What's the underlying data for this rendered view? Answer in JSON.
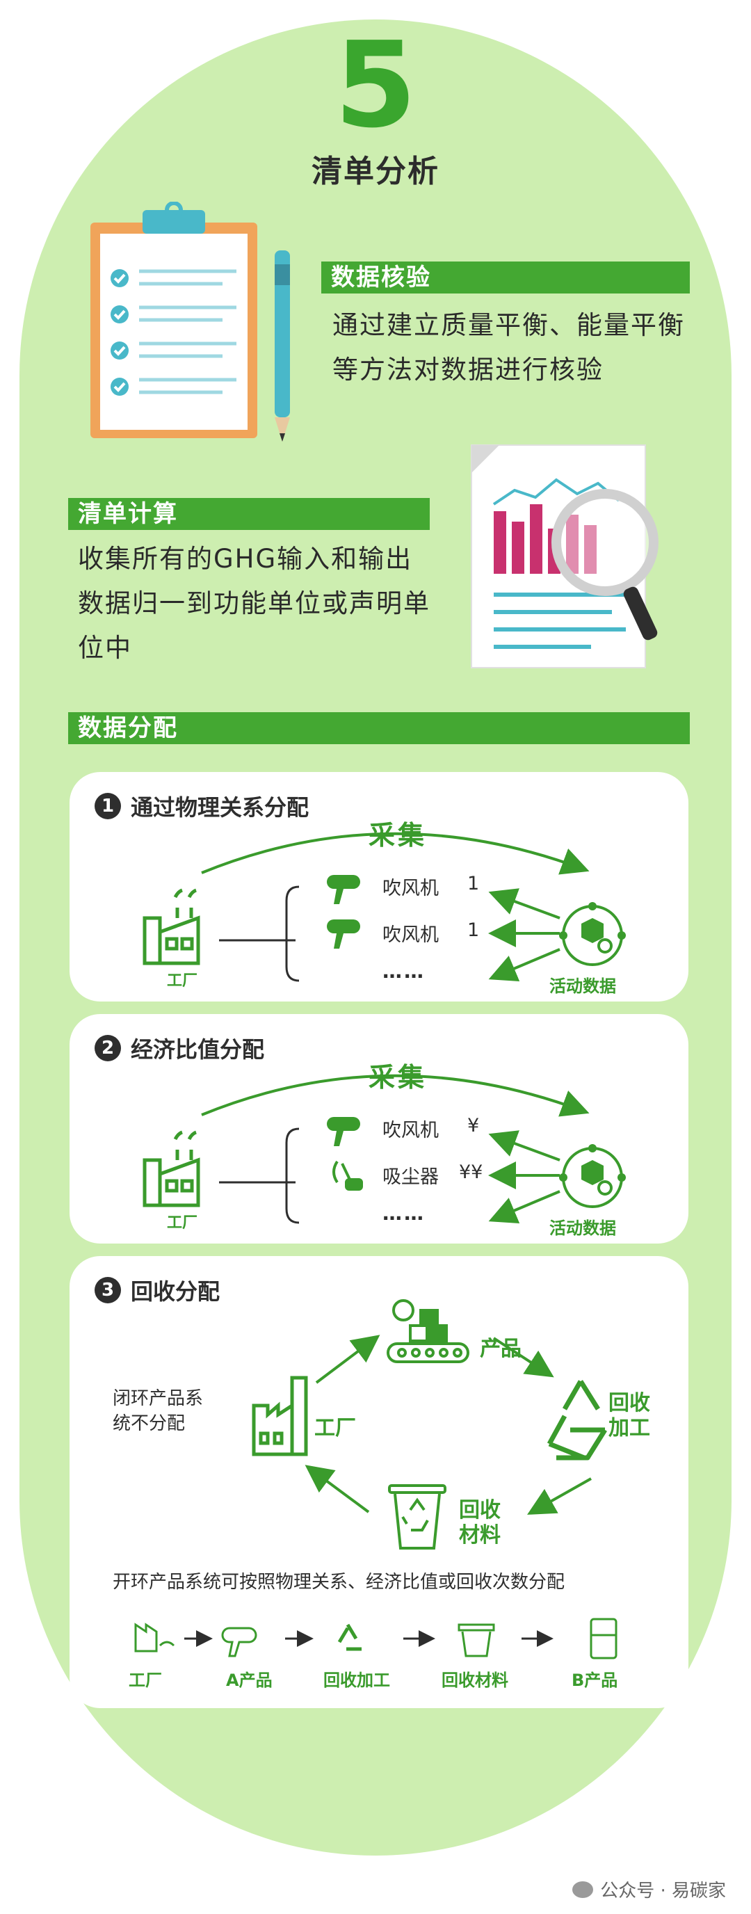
{
  "header": {
    "number": "5",
    "title": "清单分析"
  },
  "data_check": {
    "title": "数据核验",
    "line1": "通过建立质量平衡、能量平衡",
    "line2": "等方法对数据进行核验"
  },
  "inventory_calc": {
    "title": "清单计算",
    "line1": "收集所有的GHG输入和输出",
    "line2": "数据归一到功能单位或声明单",
    "line3": "位中"
  },
  "allocation": {
    "title": "数据分配",
    "card1": {
      "num": "1",
      "title": "通过物理关系分配",
      "collect": "采集",
      "factory": "工厂",
      "item1": "吹风机",
      "item1_unit": "1",
      "item2": "吹风机",
      "item2_unit": "1",
      "more": "……",
      "activity": "活动数据"
    },
    "card2": {
      "num": "2",
      "title": "经济比值分配",
      "collect": "采集",
      "factory": "工厂",
      "item1": "吹风机",
      "item1_unit": "¥",
      "item2": "吸尘器",
      "item2_unit": "¥¥",
      "more": "……",
      "activity": "活动数据"
    },
    "card3": {
      "num": "3",
      "title": "回收分配",
      "product": "产品",
      "recycle_a": "回收",
      "recycle_b": "加工",
      "material_a": "回收",
      "material_b": "材料",
      "factory": "工厂",
      "closed_line1": "闭环产品系",
      "closed_line2": "统不分配",
      "open_note": "开环产品系统可按照物理关系、经济比值或回收次数分配",
      "chain": [
        "工厂",
        "A产品",
        "回收加工",
        "回收材料",
        "B产品"
      ]
    }
  },
  "watermark": "公众号 · 易碳家",
  "colors": {
    "green": "#3a9b2c",
    "bar": "#44a832",
    "capsule": "#cdeeb0",
    "orange": "#f0a45a",
    "teal": "#49b8c9",
    "magenta": "#c8316e"
  }
}
